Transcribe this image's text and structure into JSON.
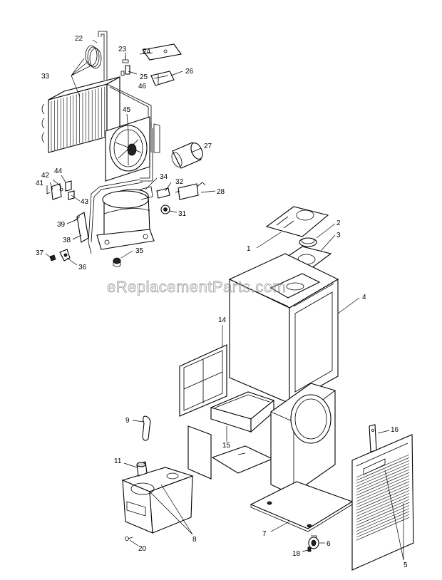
{
  "watermark": "eReplacementParts.com",
  "callouts": [
    {
      "id": "c1",
      "text": "1"
    },
    {
      "id": "c2",
      "text": "2"
    },
    {
      "id": "c3",
      "text": "3"
    },
    {
      "id": "c4",
      "text": "4"
    },
    {
      "id": "c5",
      "text": "5"
    },
    {
      "id": "c6",
      "text": "6"
    },
    {
      "id": "c7",
      "text": "7"
    },
    {
      "id": "c8",
      "text": "8"
    },
    {
      "id": "c9",
      "text": "9"
    },
    {
      "id": "c11",
      "text": "11"
    },
    {
      "id": "c14",
      "text": "14"
    },
    {
      "id": "c15",
      "text": "15"
    },
    {
      "id": "c16",
      "text": "16"
    },
    {
      "id": "c18",
      "text": "18"
    },
    {
      "id": "c20",
      "text": "20"
    },
    {
      "id": "c22",
      "text": "22"
    },
    {
      "id": "c23",
      "text": "23"
    },
    {
      "id": "c24",
      "text": "24"
    },
    {
      "id": "c25",
      "text": "25"
    },
    {
      "id": "c26",
      "text": "26"
    },
    {
      "id": "c27",
      "text": "27"
    },
    {
      "id": "c28",
      "text": "28"
    },
    {
      "id": "c31",
      "text": "31"
    },
    {
      "id": "c32",
      "text": "32"
    },
    {
      "id": "c33",
      "text": "33"
    },
    {
      "id": "c34",
      "text": "34"
    },
    {
      "id": "c35",
      "text": "35"
    },
    {
      "id": "c36",
      "text": "36"
    },
    {
      "id": "c37",
      "text": "37"
    },
    {
      "id": "c38",
      "text": "38"
    },
    {
      "id": "c39",
      "text": "39"
    },
    {
      "id": "c41",
      "text": "41"
    },
    {
      "id": "c42",
      "text": "42"
    },
    {
      "id": "c43",
      "text": "43"
    },
    {
      "id": "c44",
      "text": "44"
    },
    {
      "id": "c45",
      "text": "45"
    },
    {
      "id": "c46",
      "text": "46"
    }
  ]
}
